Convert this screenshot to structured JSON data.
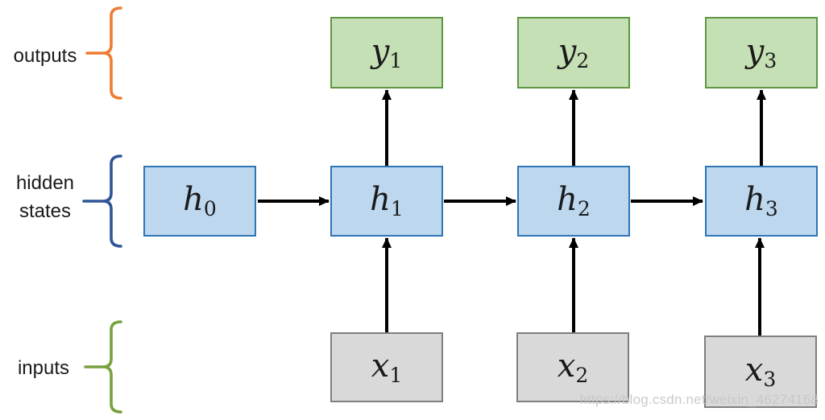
{
  "labels": {
    "outputs": "outputs",
    "hidden_states_line1": "hidden",
    "hidden_states_line2": "states",
    "inputs": "inputs"
  },
  "nodes": {
    "y1": {
      "base": "y",
      "sub": "1"
    },
    "y2": {
      "base": "y",
      "sub": "2"
    },
    "y3": {
      "base": "y",
      "sub": "3"
    },
    "h0": {
      "base": "h",
      "sub": "0"
    },
    "h1": {
      "base": "h",
      "sub": "1"
    },
    "h2": {
      "base": "h",
      "sub": "2"
    },
    "h3": {
      "base": "h",
      "sub": "3"
    },
    "x1": {
      "base": "x",
      "sub": "1"
    },
    "x2": {
      "base": "x",
      "sub": "2"
    },
    "x3": {
      "base": "x",
      "sub": "3"
    }
  },
  "colors": {
    "output_fill": "#c5e0b4",
    "output_border": "#5e9643",
    "hidden_fill": "#bdd7ee",
    "hidden_border": "#2e75b6",
    "input_fill": "#d9d9d9",
    "input_border": "#7f7f7f",
    "outputs_brace": "#ed7d31",
    "hidden_brace": "#2f5597",
    "inputs_brace": "#76a23e",
    "arrow": "#000000"
  },
  "watermark": "https://blog.csdn.net/weixin_46274168"
}
